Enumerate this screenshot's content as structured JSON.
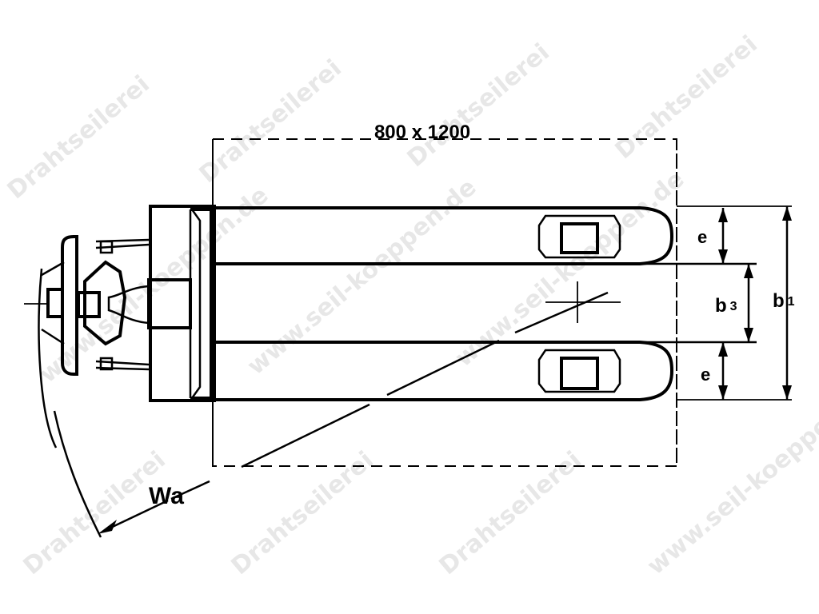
{
  "diagram": {
    "pallet_label": "800 x 1200",
    "dim_e_top": "e",
    "dim_e_bottom": "e",
    "dim_b3": "b",
    "dim_b3_sub": "3",
    "dim_b1": "b",
    "dim_b1_sub": "1",
    "dim_wa": "Wa"
  },
  "watermark": {
    "text_1": "Drahtseilerei",
    "text_2": "www.seil-koeppen.de"
  }
}
